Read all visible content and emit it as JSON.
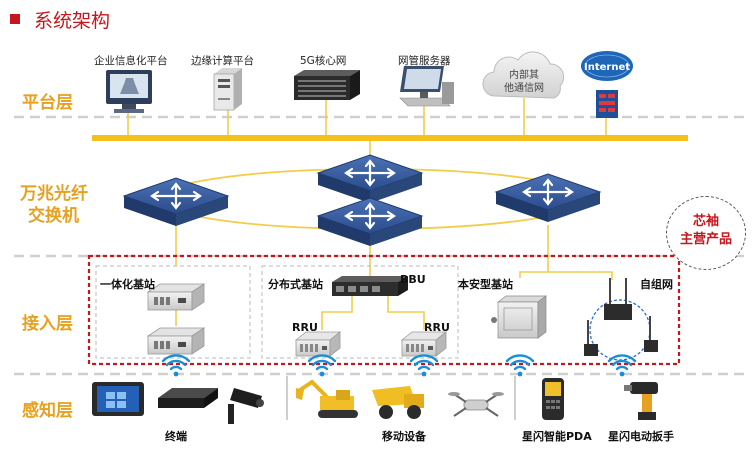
{
  "title": "系统架构",
  "layers": {
    "platform": "平台层",
    "switch_line1": "万兆光纤",
    "switch_line2": "交换机",
    "access": "接入层",
    "sensing": "感知层"
  },
  "platform_items": {
    "enterprise": "企业信息化平台",
    "edge": "边缘计算平台",
    "core5g": "5G核心网",
    "nms": "网管服务器",
    "internal_net": "内部其他通信网",
    "internet": "Internet"
  },
  "access_items": {
    "integrated": "一体化基站",
    "distributed": "分布式基站",
    "bbu": "BBU",
    "rru_left": "RRU",
    "rru_right": "RRU",
    "intrinsic": "本安型基站",
    "mesh": "自组网"
  },
  "badge": {
    "line1": "芯袖",
    "line2": "主营产品"
  },
  "sensing_items": {
    "terminal": "终端",
    "mobile": "移动设备",
    "pda": "星闪智能PDA",
    "wrench": "星闪电动扳手"
  },
  "colors": {
    "accent_red": "#c8161d",
    "layer_orange": "#e8a020",
    "bus_yellow": "#f5bf1c",
    "switch_blue": "#2d4f8f",
    "link_yellow": "#f3cd4a",
    "wifi_blue": "#1a8fd8"
  }
}
